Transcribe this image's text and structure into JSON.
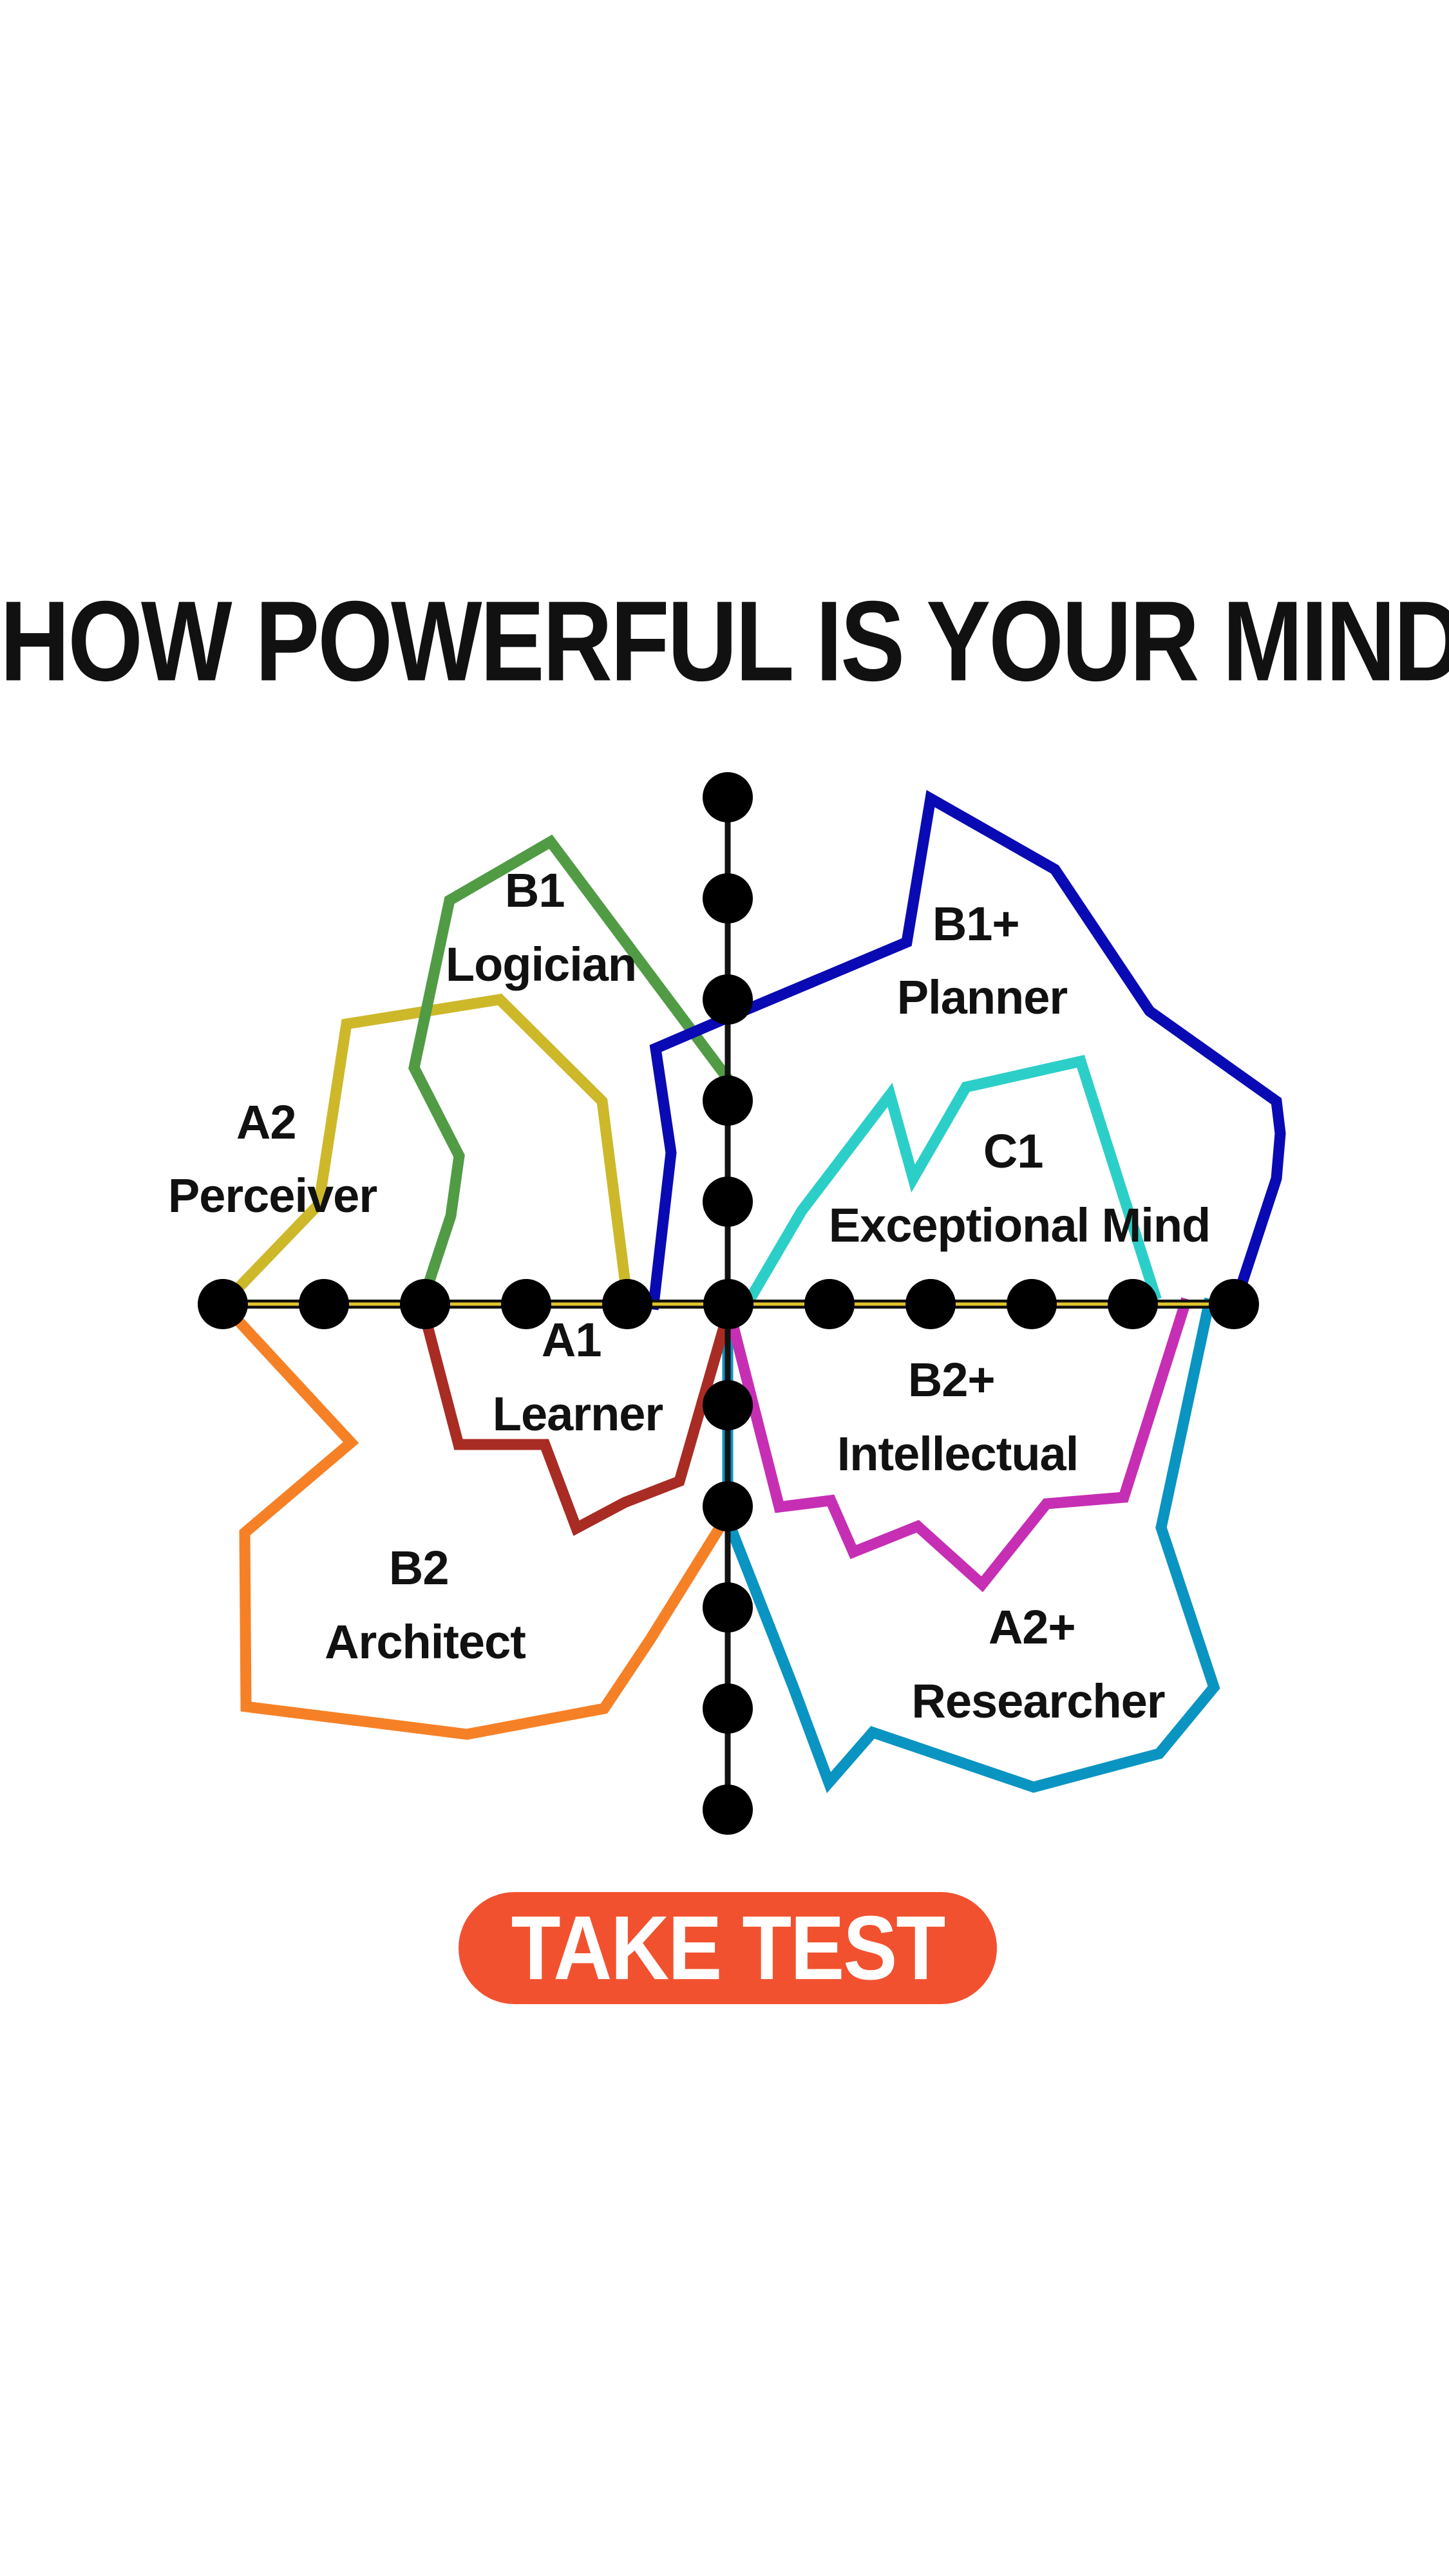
{
  "title": "HOW POWERFUL IS YOUR MIND?",
  "cta": {
    "label": "TAKE TEST",
    "color": "#f2512f"
  },
  "regions": [
    {
      "id": "b1-logician",
      "level": "B1",
      "name": "Logician",
      "color": "#519b45"
    },
    {
      "id": "b1plus-planner",
      "level": "B1+",
      "name": "Planner",
      "color": "#0a0ab4"
    },
    {
      "id": "a2-perceiver",
      "level": "A2",
      "name": "Perceiver",
      "color": "#cdb82a"
    },
    {
      "id": "c1-exceptional-mind",
      "level": "C1",
      "name": "Exceptional Mind",
      "color": "#2ccfc8"
    },
    {
      "id": "a1-learner",
      "level": "A1",
      "name": "Learner",
      "color": "#a82c24"
    },
    {
      "id": "b2plus-intellectual",
      "level": "B2+",
      "name": "Intellectual",
      "color": "#c62fb4"
    },
    {
      "id": "b2-architect",
      "level": "B2",
      "name": "Architect",
      "color": "#f68026"
    },
    {
      "id": "a2plus-researcher",
      "level": "A2+",
      "name": "Researcher",
      "color": "#0a94c2"
    }
  ],
  "axis": {
    "line_color": "#111111",
    "highlight_color": "#e3c52a",
    "node_color": "#000000"
  }
}
